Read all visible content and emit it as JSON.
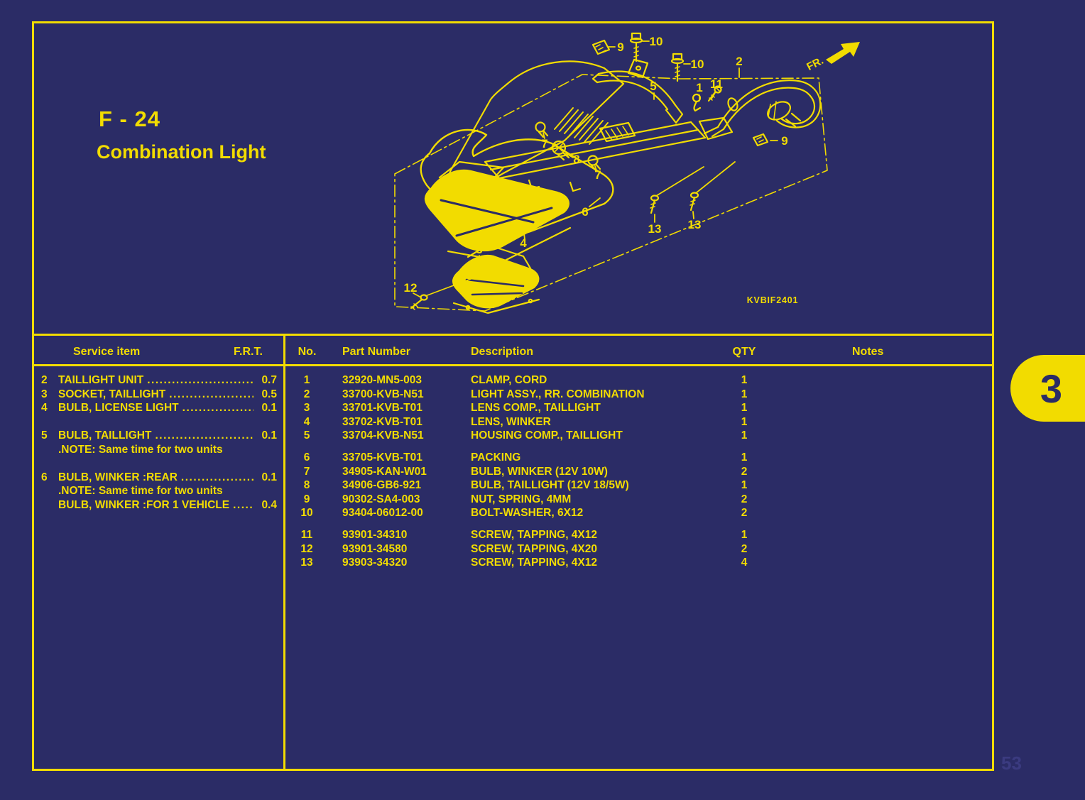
{
  "colors": {
    "background": "#2B2C66",
    "accent_yellow": "#F2DC00",
    "watermark": "#3B3B80"
  },
  "page": {
    "figure_code": "F - 24",
    "figure_title": "Combination Light",
    "page_number": "3",
    "diagram_ref": "KVBIF2401",
    "direction_label": "FR.",
    "corner_watermark": "53"
  },
  "service_table": {
    "header": {
      "item": "Service item",
      "frt": "F.R.T."
    },
    "rows": [
      {
        "no": "2",
        "item": "TAILLIGHT UNIT",
        "frt": "0.7"
      },
      {
        "no": "3",
        "item": "SOCKET, TAILLIGHT",
        "frt": "0.5"
      },
      {
        "no": "4",
        "item": "BULB, LICENSE LIGHT",
        "frt": "0.1"
      },
      {
        "no": "5",
        "item": "BULB, TAILLIGHT",
        "frt": "0.1",
        "note": ".NOTE: Same time for two units"
      },
      {
        "no": "6",
        "item": "BULB, WINKER :REAR",
        "frt": "0.1",
        "note": ".NOTE: Same time for two units",
        "extra_item": "BULB, WINKER :FOR 1 VEHICLE",
        "extra_frt": "0.4"
      }
    ]
  },
  "parts_table": {
    "header": {
      "no": "No.",
      "part_number": "Part Number",
      "description": "Description",
      "qty": "QTY",
      "notes": "Notes"
    },
    "rows": [
      {
        "no": "1",
        "part_number": "32920-MN5-003",
        "description": "CLAMP, CORD",
        "qty": "1",
        "notes": ""
      },
      {
        "no": "2",
        "part_number": "33700-KVB-N51",
        "description": "LIGHT ASSY., RR. COMBINATION",
        "qty": "1",
        "notes": ""
      },
      {
        "no": "3",
        "part_number": "33701-KVB-T01",
        "description": "LENS COMP., TAILLIGHT",
        "qty": "1",
        "notes": ""
      },
      {
        "no": "4",
        "part_number": "33702-KVB-T01",
        "description": "LENS, WINKER",
        "qty": "1",
        "notes": ""
      },
      {
        "no": "5",
        "part_number": "33704-KVB-N51",
        "description": "HOUSING COMP., TAILLIGHT",
        "qty": "1",
        "notes": ""
      },
      {
        "no": "6",
        "part_number": "33705-KVB-T01",
        "description": "PACKING",
        "qty": "1",
        "notes": ""
      },
      {
        "no": "7",
        "part_number": "34905-KAN-W01",
        "description": "BULB, WINKER (12V 10W)",
        "qty": "2",
        "notes": ""
      },
      {
        "no": "8",
        "part_number": "34906-GB6-921",
        "description": "BULB, TAILLIGHT (12V 18/5W)",
        "qty": "1",
        "notes": ""
      },
      {
        "no": "9",
        "part_number": "90302-SA4-003",
        "description": "NUT, SPRING, 4MM",
        "qty": "2",
        "notes": ""
      },
      {
        "no": "10",
        "part_number": "93404-06012-00",
        "description": "BOLT-WASHER, 6X12",
        "qty": "2",
        "notes": ""
      },
      {
        "no": "11",
        "part_number": "93901-34310",
        "description": "SCREW, TAPPING, 4X12",
        "qty": "1",
        "notes": ""
      },
      {
        "no": "12",
        "part_number": "93901-34580",
        "description": "SCREW, TAPPING, 4X20",
        "qty": "2",
        "notes": ""
      },
      {
        "no": "13",
        "part_number": "93903-34320",
        "description": "SCREW, TAPPING, 4X12",
        "qty": "4",
        "notes": ""
      }
    ]
  },
  "diagram": {
    "callouts": [
      {
        "label": "9"
      },
      {
        "label": "10"
      },
      {
        "label": "10"
      },
      {
        "label": "2"
      },
      {
        "label": "5"
      },
      {
        "label": "1"
      },
      {
        "label": "11"
      },
      {
        "label": "9"
      },
      {
        "label": "7"
      },
      {
        "label": "8"
      },
      {
        "label": "7"
      },
      {
        "label": "6"
      },
      {
        "label": "13"
      },
      {
        "label": "13"
      },
      {
        "label": "4"
      },
      {
        "label": "3"
      },
      {
        "label": "12"
      }
    ]
  }
}
